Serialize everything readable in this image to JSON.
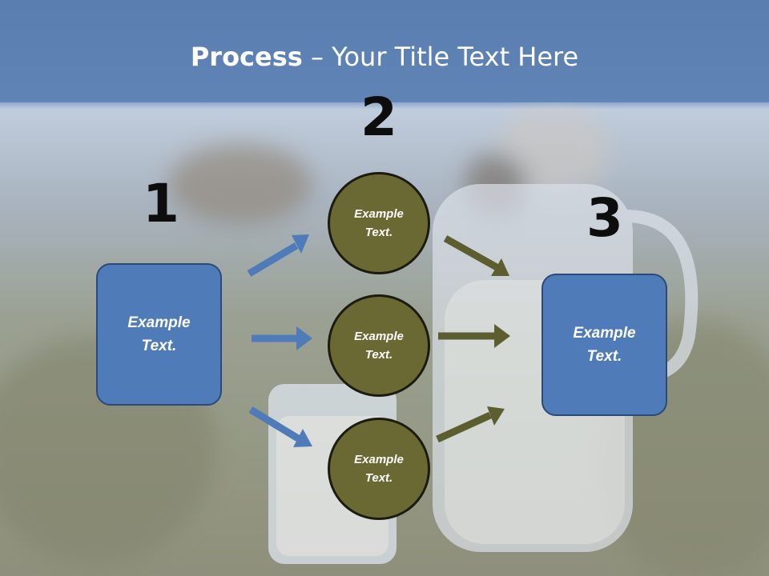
{
  "title": {
    "bold": "Process",
    "rest": " – Your Title Text Here"
  },
  "steps": {
    "one": {
      "number": "1",
      "box_text": "Example\nText."
    },
    "two": {
      "number": "2",
      "circles": [
        {
          "text": "Example\nText."
        },
        {
          "text": "Example\nText."
        },
        {
          "text": "Example\nText."
        }
      ]
    },
    "three": {
      "number": "3",
      "box_text": "Example\nText."
    }
  },
  "colors": {
    "box_fill": "#4f7cb8",
    "circle_fill": "#6b6933",
    "blue_arrow": "#4f7cb8",
    "olive_arrow": "#5d5e30",
    "header": "#3f6aa3"
  }
}
